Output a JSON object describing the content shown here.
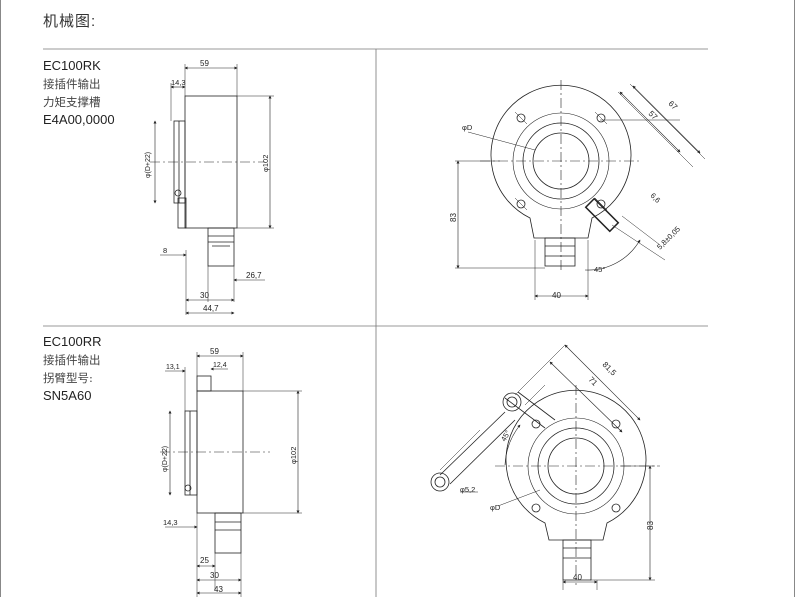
{
  "page": {
    "title": "机械图:"
  },
  "panels": [
    {
      "model": "EC100RK",
      "lines": [
        "接插件输出",
        "力矩支撑槽",
        "E4A00,0000"
      ],
      "side_dims": {
        "length": "59",
        "flange": "14,3",
        "bore": "φ(D+22)",
        "dia": "φ102",
        "small": "8",
        "conn": "26,7",
        "d30": "30",
        "d447": "44,7"
      },
      "front_dims": {
        "bore": "φD",
        "h83": "83",
        "w40": "40",
        "r67": "67",
        "r57": "57",
        "s66": "6,6",
        "slot": "5,8±0,05",
        "angle": "45°"
      }
    },
    {
      "model": "EC100RR",
      "lines": [
        "接插件输出",
        "拐臂型号:",
        "SN5A60"
      ],
      "side_dims": {
        "length": "59",
        "d131": "13,1",
        "d124": "12,4",
        "bore": "φ(D+22)",
        "dia": "φ102",
        "flange": "14,3",
        "d25": "25",
        "d30": "30",
        "d43": "43"
      },
      "front_dims": {
        "bore": "φD",
        "hole": "φ5,2",
        "h83": "83",
        "w40": "40",
        "r815": "81,5",
        "r71": "71",
        "angle": "45°"
      }
    }
  ]
}
